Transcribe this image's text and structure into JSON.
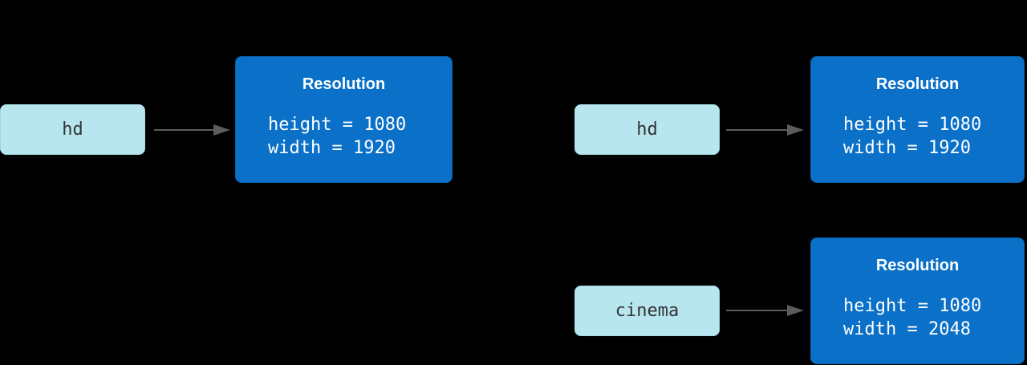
{
  "diagram_type": "value-to-object mapping diagram",
  "background_color": "#000000",
  "colors": {
    "input_node_fill": "#b7e6ee",
    "input_node_border": "#a3d8e2",
    "input_node_text": "#333336",
    "output_node_fill": "#0a70c8",
    "output_node_border": "#0862ad",
    "output_node_text": "#ffffff",
    "arrow": "#5b5c5e"
  },
  "diagrams": [
    {
      "input_label": "hd",
      "output_title": "Resolution",
      "output_fields": [
        "height = 1080",
        "width = 1920"
      ]
    },
    {
      "input_label": "hd",
      "output_title": "Resolution",
      "output_fields": [
        "height = 1080",
        "width = 1920"
      ]
    },
    {
      "input_label": "cinema",
      "output_title": "Resolution",
      "output_fields": [
        "height = 1080",
        "width = 2048"
      ]
    }
  ]
}
